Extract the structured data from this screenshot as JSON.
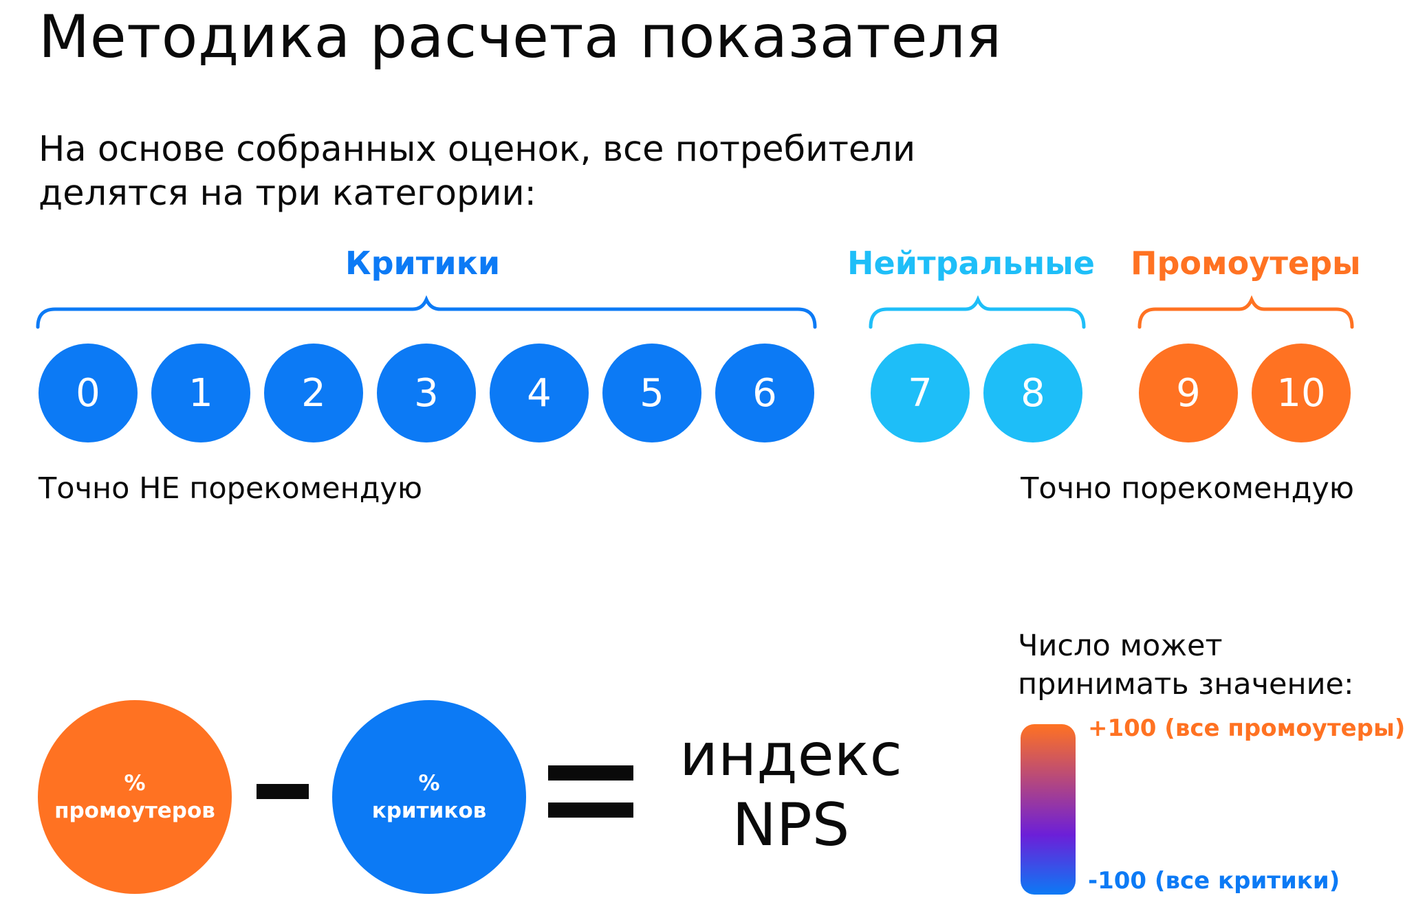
{
  "title": "Методика расчета показателя",
  "intro": {
    "line1": "На основе собранных оценок, все потребители",
    "line2": "делятся на три категории:"
  },
  "categories": {
    "critics": {
      "label": "Критики",
      "color": "#0c7af5",
      "scores": [
        "0",
        "1",
        "2",
        "3",
        "4",
        "5",
        "6"
      ]
    },
    "neutrals": {
      "label": "Нейтральные",
      "color": "#1ebef8",
      "scores": [
        "7",
        "8"
      ]
    },
    "promoters": {
      "label": "Промоутеры",
      "color": "#ff7222",
      "scores": [
        "9",
        "10"
      ]
    }
  },
  "scale_notes": {
    "left": "Точно НЕ порекомендую",
    "right": "Точно порекомендую"
  },
  "formula": {
    "promoters_pct": "%",
    "promoters_word": "промоутеров",
    "critics_pct": "%",
    "critics_word": "критиков",
    "result_line1": "индекс",
    "result_line2": "NPS"
  },
  "range": {
    "title_line1": "Число может",
    "title_line2": "принимать значение:",
    "max_label": "+100 (все промоутеры)",
    "min_label": "-100 (все критики)",
    "gradient_top": "#ff7222",
    "gradient_mid": "#6c1fd8",
    "gradient_bottom": "#0c7af5"
  }
}
